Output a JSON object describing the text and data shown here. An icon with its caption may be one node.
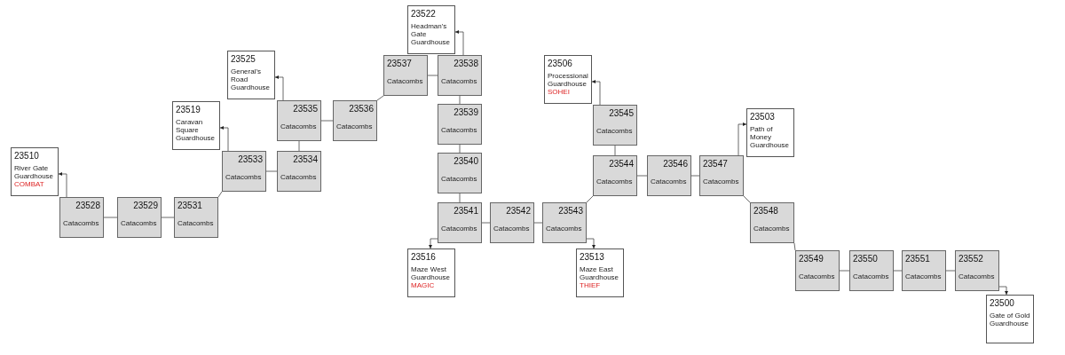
{
  "diagram": {
    "nodes": [
      {
        "text": [
          "23510",
          "River Gate Guardhouse",
          "COMBAT"
        ]
      },
      {
        "text": [
          "23528",
          "Catacombs"
        ]
      },
      {
        "text": [
          "23529",
          "Catacombs"
        ]
      },
      {
        "text": [
          "23531",
          "Catacombs"
        ]
      },
      {
        "text": [
          "23519",
          "Caravan Square Guardhouse"
        ]
      },
      {
        "text": [
          "23533",
          "Catacombs"
        ]
      },
      {
        "text": [
          "23534",
          "Catacombs"
        ]
      },
      {
        "text": [
          "23525",
          "General's Road Guardhouse"
        ]
      },
      {
        "text": [
          "23535",
          "Catacombs"
        ]
      },
      {
        "text": [
          "23536",
          "Catacombs"
        ]
      },
      {
        "text": [
          "23522",
          "Headman's Gate Guardhouse"
        ]
      },
      {
        "text": [
          "23537",
          "Catacombs"
        ]
      },
      {
        "text": [
          "23538",
          "Catacombs"
        ]
      },
      {
        "text": [
          "23539",
          "Catacombs"
        ]
      },
      {
        "text": [
          "23540",
          "Catacombs"
        ]
      },
      {
        "text": [
          "23541",
          "Catacombs"
        ]
      },
      {
        "text": [
          "23516",
          "Maze West Guardhouse",
          "MAGIC"
        ]
      },
      {
        "text": [
          "23542",
          "Catacombs"
        ]
      },
      {
        "text": [
          "23543",
          "Catacombs"
        ]
      },
      {
        "text": [
          "23513",
          "Maze East Guardhouse",
          "THIEF"
        ]
      },
      {
        "text": [
          "23506",
          "Processional Guardhouse",
          "SOHEI"
        ]
      },
      {
        "text": [
          "23545",
          "Catacombs"
        ]
      },
      {
        "text": [
          "23544",
          "Catacombs"
        ]
      },
      {
        "text": [
          "23546",
          "Catacombs"
        ]
      },
      {
        "text": [
          "23547",
          "Catacombs"
        ]
      },
      {
        "text": [
          "23503",
          "Path of Money Guardhouse"
        ]
      },
      {
        "text": [
          "23548",
          "Catacombs"
        ]
      },
      {
        "text": [
          "23549",
          "Catacombs"
        ]
      },
      {
        "text": [
          "23550",
          "Catacombs"
        ]
      },
      {
        "text": [
          "23551",
          "Catacombs"
        ]
      },
      {
        "text": [
          "23552",
          "Catacombs"
        ]
      },
      {
        "text": [
          "23500",
          "Gate of Gold Guardhouse"
        ]
      }
    ],
    "edges": [
      {
        "from": 1,
        "to": 2,
        "arrow": "none"
      },
      {
        "from": 2,
        "to": 3,
        "arrow": "none"
      },
      {
        "from": 3,
        "to": 5,
        "arrow": "none"
      },
      {
        "from": 5,
        "to": 6,
        "arrow": "none"
      },
      {
        "from": 6,
        "to": 8,
        "arrow": "none"
      },
      {
        "from": 8,
        "to": 9,
        "arrow": "none"
      },
      {
        "from": 9,
        "to": 11,
        "arrow": "none"
      },
      {
        "from": 11,
        "to": 12,
        "arrow": "none"
      },
      {
        "from": 12,
        "to": 13,
        "arrow": "none"
      },
      {
        "from": 13,
        "to": 14,
        "arrow": "none"
      },
      {
        "from": 14,
        "to": 15,
        "arrow": "none"
      },
      {
        "from": 15,
        "to": 17,
        "arrow": "none"
      },
      {
        "from": 17,
        "to": 18,
        "arrow": "none"
      },
      {
        "from": 18,
        "to": 22,
        "arrow": "none"
      },
      {
        "from": 22,
        "to": 21,
        "arrow": "none"
      },
      {
        "from": 22,
        "to": 23,
        "arrow": "none"
      },
      {
        "from": 23,
        "to": 24,
        "arrow": "none"
      },
      {
        "from": 24,
        "to": 26,
        "arrow": "none"
      },
      {
        "from": 26,
        "to": 27,
        "arrow": "none"
      },
      {
        "from": 27,
        "to": 28,
        "arrow": "none"
      },
      {
        "from": 28,
        "to": 29,
        "arrow": "none"
      },
      {
        "from": 29,
        "to": 30,
        "arrow": "none"
      },
      {
        "from": 1,
        "to": 0,
        "arrow": "to"
      },
      {
        "from": 5,
        "to": 4,
        "arrow": "to"
      },
      {
        "from": 8,
        "to": 7,
        "arrow": "to"
      },
      {
        "from": 12,
        "to": 10,
        "arrow": "to"
      },
      {
        "from": 21,
        "to": 20,
        "arrow": "to"
      },
      {
        "from": 15,
        "to": 16,
        "arrow": "to"
      },
      {
        "from": 18,
        "to": 19,
        "arrow": "to"
      },
      {
        "from": 24,
        "to": 25,
        "arrow": "to"
      },
      {
        "from": 30,
        "to": 31,
        "arrow": "to"
      }
    ]
  }
}
